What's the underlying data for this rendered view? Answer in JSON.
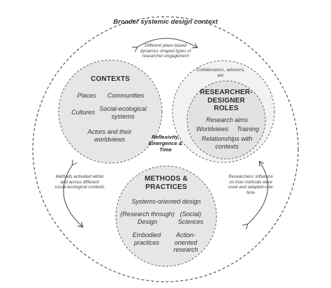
{
  "outer": {
    "title": "Broader systemic design context"
  },
  "contexts": {
    "title": "CONTEXTS",
    "items": [
      "Places",
      "Communities",
      "Cultures",
      "Social-ecological systems",
      "Actors and their worldviews"
    ]
  },
  "researcher": {
    "outer_note": "Collaborators, advisors, etc",
    "title": "RESEARCHER-DESIGNER ROLES",
    "items": [
      "Research aims",
      "Worldviews",
      "Training",
      "Relationships with contexts"
    ]
  },
  "methods": {
    "title": "METHODS & PRACTICES",
    "items": [
      "Systems-oriented design",
      "(Research through) Design",
      "(Social) Sciences",
      "Embodied practices",
      "Action-oriented research"
    ]
  },
  "center": {
    "label": "Reflexivity, Emergence & Time"
  },
  "notes": {
    "top": "Different place-based dynamics shaped types of researcher engagement",
    "left": "Methods activated within and across different social-ecological contexts",
    "right": "Researchers' influence on how methods were used and adapted over time"
  }
}
